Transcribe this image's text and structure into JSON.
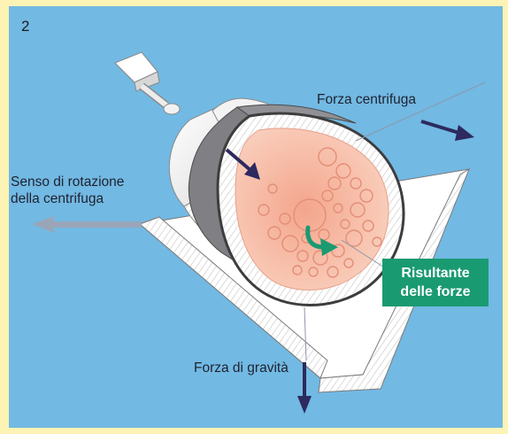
{
  "figure": {
    "number": "2",
    "labels": {
      "centrifugal_force": "Forza centrifuga",
      "rotation_line1": "Senso di rotazione",
      "rotation_line2": "della centrifuga",
      "gravity_force": "Forza di gravità",
      "resultant_line1": "Risultante",
      "resultant_line2": "delle forze"
    },
    "colors": {
      "background": "#72b9e3",
      "frame": "#fdf3b5",
      "arrow": "#2c2a5e",
      "resultant": "#1a9a71",
      "tissue": "#f6b9a0"
    }
  }
}
